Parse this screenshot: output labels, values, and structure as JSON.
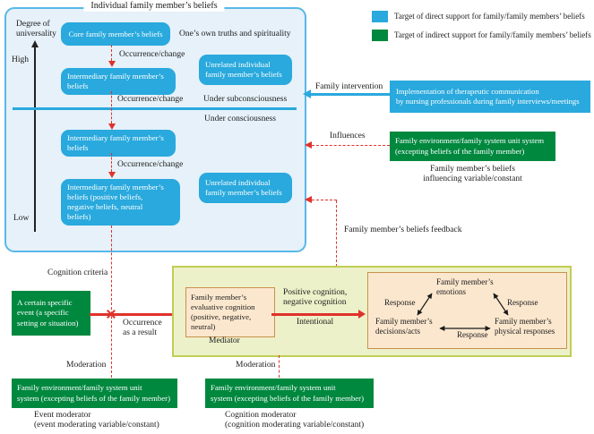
{
  "legend": {
    "direct": "Target of direct support for family/family members’ beliefs",
    "indirect": "Target of indirect support for family/family members’ beliefs"
  },
  "container": {
    "title": "Individual family member’s beliefs",
    "axis": {
      "label": "Degree of\nuniversality",
      "high": "High",
      "low": "Low"
    },
    "boxes": {
      "core": "Core family member’s beliefs",
      "intermediary1": "Intermediary family member’s\nbeliefs",
      "intermediary2": "Intermediary family member’s\nbeliefs",
      "intermediary3": "Intermediary family member’s\nbeliefs (positive beliefs,\nnegative beliefs, neutral\nbeliefs)",
      "unrelated1": "Unrelated individual\nfamily member’s beliefs",
      "unrelated2": "Unrelated individual\nfamily member’s beliefs"
    },
    "notes": {
      "truths": "One’s own truths and spirituality",
      "occurrence1": "Occurrence/change",
      "occurrence2": "Occurrence/change",
      "occurrence3": "Occurrence/change",
      "subconscious": "Under subconsciousness",
      "conscious": "Under consciousness"
    }
  },
  "intervention": {
    "arrow_label": "Family intervention",
    "box": "Implementation of therapeutic communication\nby nursing professionals during family interviews/meetings"
  },
  "influence": {
    "arrow_label": "Influences",
    "box": "Family environment/family system unit system\n(excepting beliefs of the family member)",
    "caption": "Family member’s beliefs\ninfluencing variable/constant"
  },
  "feedback": {
    "label": "Family member’s beliefs feedback"
  },
  "event": {
    "criteria_label": "Cognition criteria",
    "box": "A certain specific\nevent (a specific\nsetting or situation)",
    "arrow_label": "Occurrence\nas a result"
  },
  "mediator": {
    "box": "Family member’s\nevaluative cognition\n(positive, negative,\nneutral)",
    "caption": "Mediator",
    "arrow_label_top": "Positive cognition,\nnegative cognition",
    "arrow_label_bottom": "Intentional"
  },
  "response_cycle": {
    "emotions": "Family member’s\nemotions",
    "decisions": "Family member’s\ndecisions/acts",
    "physical": "Family member’s\nphysical responses",
    "response_left": "Response",
    "response_right": "Response",
    "response_bottom": "Response"
  },
  "moderators": {
    "event": {
      "moderation_label": "Moderation",
      "box": "Family environment/family system unit\nsystem (excepting beliefs of the family member)",
      "caption": "Event moderator\n(event moderating variable/constant)"
    },
    "cognition": {
      "moderation_label": "Moderation",
      "box": "Family environment/family system unit\nsystem (excepting beliefs of the family member)",
      "caption": "Cognition moderator\n(cognition moderating variable/constant)"
    }
  },
  "colors": {
    "direct_support": "#29A9DD",
    "indirect_support": "#00883F",
    "arrow_red": "#E0322B",
    "panel_fill": "#E6F1F9",
    "cognition_panel_fill": "#EDF1C9",
    "response_fill": "#FBE7CE"
  }
}
